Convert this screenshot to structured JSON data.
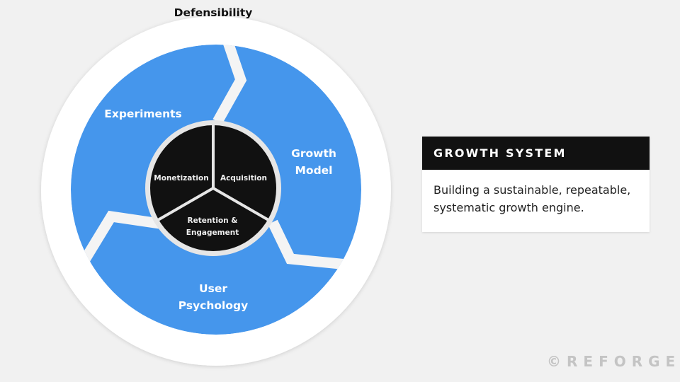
{
  "diagram": {
    "outer_label": "Defensibility",
    "segments": [
      {
        "id": "experiments",
        "label": "Experiments"
      },
      {
        "id": "growth-model",
        "label_line1": "Growth",
        "label_line2": "Model"
      },
      {
        "id": "user-psychology",
        "label_line1": "User",
        "label_line2": "Psychology"
      }
    ],
    "core": [
      {
        "id": "monetization",
        "label": "Monetization"
      },
      {
        "id": "acquisition",
        "label": "Acquisition"
      },
      {
        "id": "retention",
        "label_line1": "Retention &",
        "label_line2": "Engagement"
      }
    ],
    "colors": {
      "blue": "#4596ec",
      "core": "#111111",
      "ring": "#ffffff",
      "background": "#f1f1f1"
    }
  },
  "card": {
    "title": "GROWTH SYSTEM",
    "line1": "Building a sustainable, repeatable,",
    "line2": "systematic growth engine."
  },
  "brand": "©REFORGE"
}
